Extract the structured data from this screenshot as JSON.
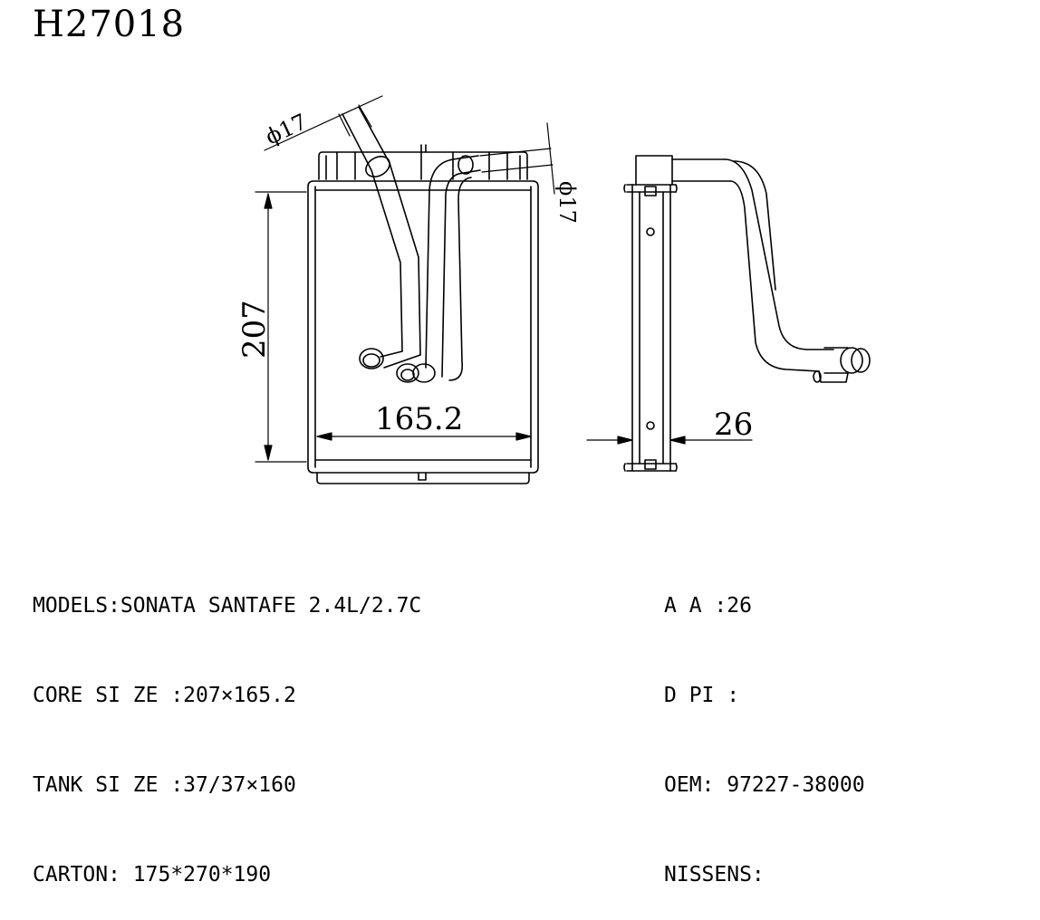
{
  "title": "H27018",
  "dimensions": {
    "height": "207",
    "width": "165.2",
    "depth": "26",
    "pipe_diameter_1": "ϕ17",
    "pipe_diameter_2": "ϕ17"
  },
  "specs_left": [
    "MODELS:SONATA SANTAFE 2.4L/2.7C",
    "CORE SI ZE :207×165.2",
    "TANK SI ZE :37/37×160",
    "CARTON: 175*270*190"
  ],
  "specs_right": [
    "A A :26",
    "D PI :",
    "OEM: 97227-38000",
    "NISSENS:"
  ]
}
